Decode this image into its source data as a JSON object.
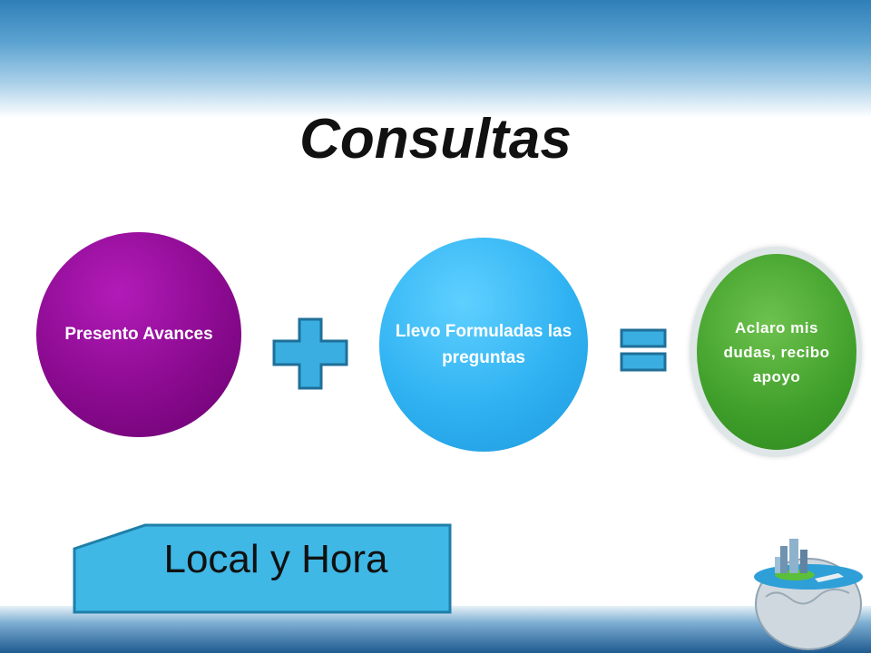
{
  "slide": {
    "title": "Consultas",
    "steps": [
      {
        "label": "Presento Avances",
        "color": "#8a0a8f"
      },
      {
        "label": "Llevo Formuladas las preguntas",
        "color": "#2fb2f2"
      },
      {
        "label": "Aclaro mis dudas, recibo apoyo",
        "color": "#3f9f2a"
      }
    ],
    "operators": [
      "plus-icon",
      "equals-icon"
    ],
    "note": "Local y Hora",
    "note_color": "#3fb8e6"
  }
}
